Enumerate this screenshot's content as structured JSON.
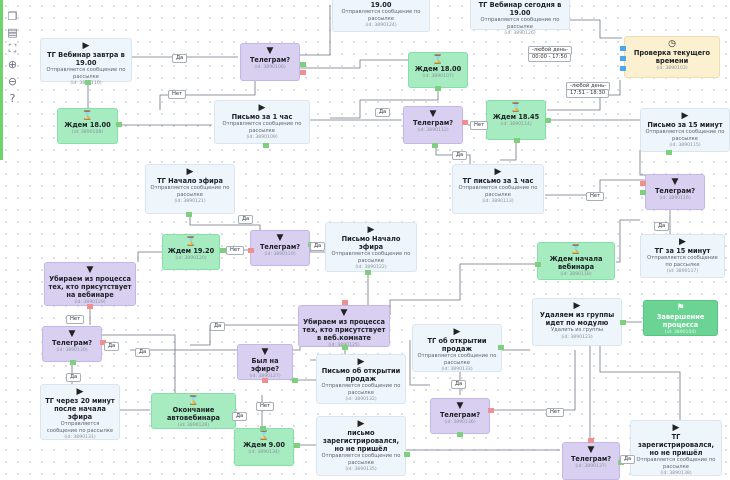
{
  "toolbar": {
    "tools": [
      {
        "name": "copy-icon",
        "glyph": "❐"
      },
      {
        "name": "clipboard-icon",
        "glyph": "▤"
      },
      {
        "name": "fullscreen-icon",
        "glyph": "⛶"
      },
      {
        "name": "zoom-in-icon",
        "glyph": "⊕"
      },
      {
        "name": "zoom-out-icon",
        "glyph": "⊖"
      },
      {
        "name": "help-icon",
        "glyph": "?"
      }
    ]
  },
  "icons": {
    "message": "▶",
    "telegram": "▼",
    "wait": "⌛",
    "check": "◷",
    "done": "⚑"
  },
  "nodes": {
    "msg_19": {
      "title": "19.00",
      "subtitle": "Отправляется сообщение по рассылке",
      "id": "(id: 3890124)"
    },
    "tg_today": {
      "title": "ТГ Вебинар сегодня в 19.00",
      "subtitle": "Отправляется сообщение по рассылке",
      "id": "(id: 3890126)"
    },
    "check_time": {
      "title": "Проверка текущего времени",
      "id": "(id: 3890103)"
    },
    "tg_tomorrow": {
      "title": "ТГ Вебинар завтра в 19.00",
      "subtitle": "Отправляется сообщение по рассылке",
      "id": "(id: 3890110)"
    },
    "tel_1": {
      "title": "Телеграм?",
      "id": "(id: 3890106)"
    },
    "wait_18_top": {
      "title": "Ждем 18.00",
      "id": "(id: 3890107)"
    },
    "wait_18_left": {
      "title": "Ждем 18.00",
      "id": "(id: 3890108)"
    },
    "letter_1h": {
      "title": "Письмо за 1 час",
      "subtitle": "Отправляется сообщение по рассылке",
      "id": "(id: 3890109)"
    },
    "tel_2": {
      "title": "Телеграм?",
      "id": "(id: 3890112)"
    },
    "wait_1845": {
      "title": "Ждем 18.45",
      "id": "(id: 3890114)"
    },
    "letter_15": {
      "title": "Письмо за 15 минут",
      "subtitle": "Отправляется сообщение по рассылке",
      "id": "(id: 3890115)"
    },
    "tg_letter_1h": {
      "title": "ТГ письмо за 1 час",
      "subtitle": "Отправляется сообщение по рассылке",
      "id": "(id: 3890113)"
    },
    "tel_3": {
      "title": "Телеграм?",
      "id": "(id: 3890116)"
    },
    "tg_15": {
      "title": "ТГ за 15 минут",
      "subtitle": "Отправляется сообщение по рассылке",
      "id": "(id: 3890117)"
    },
    "tg_start": {
      "title": "ТГ Начало эфира",
      "subtitle": "Отправляется сообщение по рассылке",
      "id": "(id: 3890121)"
    },
    "wait_1920": {
      "title": "Ждем 19.20",
      "id": "(id: 3890120)"
    },
    "tel_4": {
      "title": "Телеграм?",
      "id": "(id: 3890119)"
    },
    "letter_start": {
      "title": "Письмо Начало эфира",
      "subtitle": "Отправляется сообщение по рассылке",
      "id": "(id: 3890122)"
    },
    "wait_webinar": {
      "title": "Ждем начала вебинара",
      "id": "(id: 3890118)"
    },
    "remove_left": {
      "title": "Убираем из процесса тех, кто присутствует на вебинаре",
      "id": "(id: 3890129)"
    },
    "tel_5": {
      "title": "Телеграм?",
      "id": "(id: 3890130)"
    },
    "remove_mid": {
      "title": "Убираем из процесса тех, кто присутствует в веб.комнате",
      "id": "(id: 3890125)"
    },
    "remove_group": {
      "title": "Удаляем из группы идет по модулю",
      "subtitle": "Удалить из группы",
      "id": "(id: 3890123)"
    },
    "done": {
      "title": "Завершение процесса",
      "id": "(id: 3890104)"
    },
    "tg_offer": {
      "title": "ТГ об открытии продаж",
      "subtitle": "Отправляется сообщение по рассылке",
      "id": "(id: 3890133)"
    },
    "was_live": {
      "title": "Был на эфире?",
      "id": "(id: 3890127)"
    },
    "letter_offer": {
      "title": "Письмо об открытии продаж",
      "subtitle": "Отправляется сообщение по рассылке",
      "id": "(id: 3890132)"
    },
    "tg_20min": {
      "title": "ТГ через 20 минут после начала эфира",
      "subtitle": "Отправляется сообщение по рассылке",
      "id": "(id: 3890131)"
    },
    "end_webinar": {
      "title": "Окончание автовебинара",
      "id": "(id: 3890128)"
    },
    "wait_9": {
      "title": "Ждем 9.00",
      "id": "(id: 3890134)"
    },
    "letter_registered": {
      "title": "письмо зарегистрировался, но не пришёл",
      "subtitle": "Отправляется сообщение по рассылке",
      "id": "(id: 3890135)"
    },
    "tel_6": {
      "title": "Телеграм?",
      "id": "(id: 3890136)"
    },
    "tel_7": {
      "title": "Телеграм?",
      "id": "(id: 3890137)"
    },
    "tg_registered": {
      "title": "ТГ зарегистрировался, но не пришёл",
      "subtitle": "Отправляется сообщение по рассылке",
      "id": "(id: 3890138)"
    }
  },
  "labels": {
    "yes": "Да",
    "no": "Нет",
    "any_day_1": "-любой день-",
    "time_1": "00:00 - 17:50",
    "any_day_2": "-любой день-",
    "time_2": "17:51 - 18:30"
  }
}
